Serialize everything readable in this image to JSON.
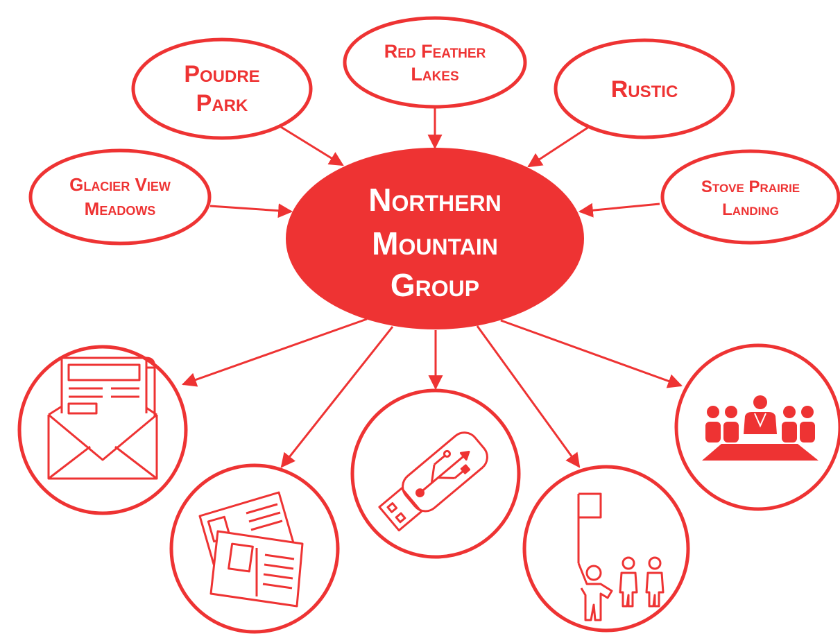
{
  "colors": {
    "accent": "#ee3333",
    "background": "#ffffff",
    "center_text": "#ffffff"
  },
  "center": {
    "lines": [
      "Northern",
      "Mountain",
      "Group"
    ]
  },
  "locations": [
    {
      "name": "poudre-park",
      "lines": [
        "Poudre",
        "Park"
      ]
    },
    {
      "name": "red-feather-lakes",
      "lines": [
        "Red Feather",
        "Lakes"
      ]
    },
    {
      "name": "rustic",
      "lines": [
        "Rustic"
      ]
    },
    {
      "name": "glacier-view-meadows",
      "lines": [
        "Glacier View",
        "Meadows"
      ]
    },
    {
      "name": "stove-prairie-landing",
      "lines": [
        "Stove Prairie",
        "Landing"
      ]
    }
  ],
  "icons": [
    {
      "name": "newsletter-envelope-icon"
    },
    {
      "name": "postcards-icon"
    },
    {
      "name": "usb-drive-icon"
    },
    {
      "name": "volunteer-leader-flag-icon"
    },
    {
      "name": "meeting-group-icon"
    }
  ]
}
